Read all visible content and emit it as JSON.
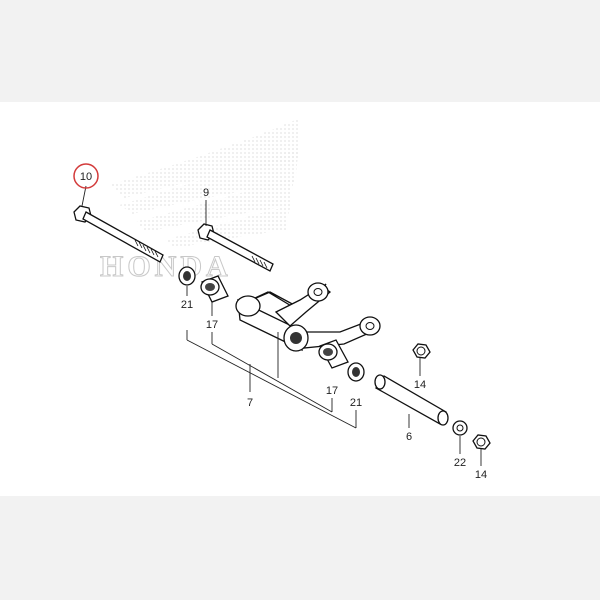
{
  "watermark": {
    "brand_text": "HONDA",
    "color": "#c8c8c8"
  },
  "highlight_color": "#d33b3b",
  "callouts": [
    {
      "id": "part-10",
      "text": "10",
      "highlighted": true
    },
    {
      "id": "part-9",
      "text": "9"
    },
    {
      "id": "part-21-a",
      "text": "21"
    },
    {
      "id": "part-17-a",
      "text": "17"
    },
    {
      "id": "part-7",
      "text": "7"
    },
    {
      "id": "part-17-b",
      "text": "17"
    },
    {
      "id": "part-21-b",
      "text": "21"
    },
    {
      "id": "part-14-a",
      "text": "14"
    },
    {
      "id": "part-6",
      "text": "6"
    },
    {
      "id": "part-22",
      "text": "22"
    },
    {
      "id": "part-14-b",
      "text": "14"
    }
  ]
}
